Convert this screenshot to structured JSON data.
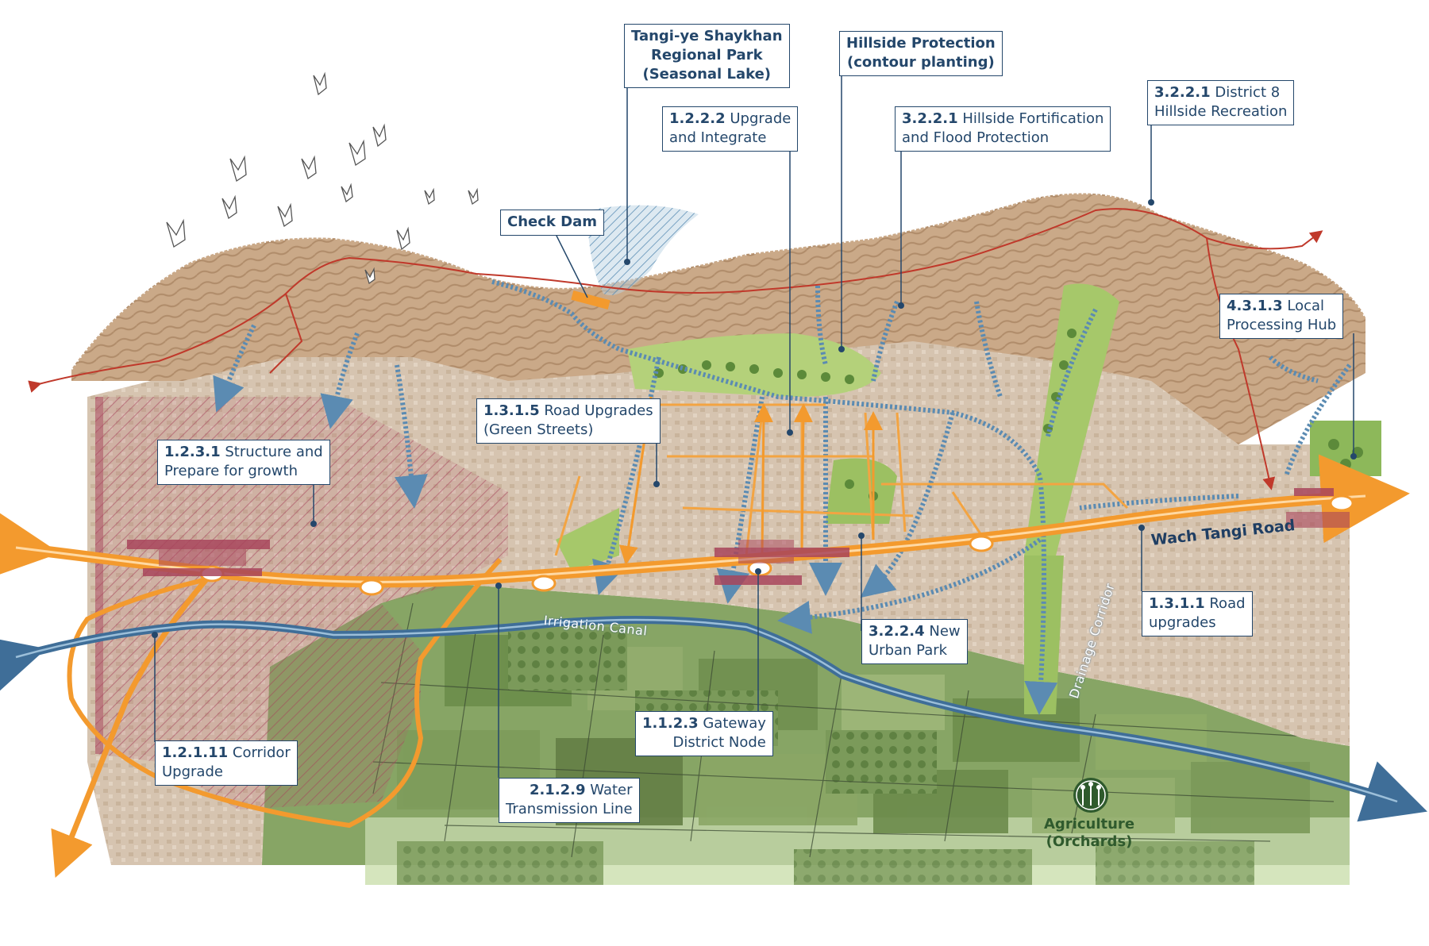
{
  "labels": [
    {
      "id": "tangi-park",
      "code": "",
      "lines": [
        "Tangi-ye Shaykhan",
        "Regional Park",
        "(Seasonal Lake)"
      ],
      "bold": true
    },
    {
      "id": "hillside-protection",
      "code": "",
      "lines": [
        "Hillside Protection",
        "(contour planting)"
      ],
      "bold": true
    },
    {
      "id": "upgrade-integrate",
      "code": "1.2.2.2",
      "lines": [
        "Upgrade",
        "and Integrate"
      ]
    },
    {
      "id": "hillside-fortification",
      "code": "3.2.2.1",
      "lines": [
        "Hillside Fortification",
        "and Flood Protection"
      ]
    },
    {
      "id": "district8",
      "code": "3.2.2.1",
      "lines": [
        "District 8",
        "Hillside Recreation"
      ]
    },
    {
      "id": "check-dam",
      "code": "",
      "lines": [
        "Check Dam"
      ],
      "bold": true
    },
    {
      "id": "local-processing",
      "code": "4.3.1.3",
      "lines": [
        "Local",
        "Processing Hub"
      ]
    },
    {
      "id": "road-upgrades-green",
      "code": "1.3.1.5",
      "lines": [
        "Road Upgrades",
        "(Green Streets)"
      ]
    },
    {
      "id": "structure-prepare",
      "code": "1.2.3.1",
      "lines": [
        "Structure and",
        "Prepare for growth"
      ]
    },
    {
      "id": "road-upgrades",
      "code": "1.3.1.1",
      "lines": [
        "Road",
        "upgrades"
      ]
    },
    {
      "id": "urban-park",
      "code": "3.2.2.4",
      "lines": [
        "New",
        "Urban Park"
      ]
    },
    {
      "id": "gateway-node",
      "code": "1.1.2.3",
      "lines": [
        "Gateway",
        "District Node"
      ]
    },
    {
      "id": "corridor-upgrade",
      "code": "1.2.1.11",
      "lines": [
        "Corridor",
        "Upgrade"
      ]
    },
    {
      "id": "water-transmission",
      "code": "2.1.2.9",
      "lines": [
        "Water",
        "Transmission Line"
      ]
    }
  ],
  "map_text": {
    "road": "Wach Tangi Road",
    "canal": "Irrigation Canal",
    "drainage": "Drainage Corridor",
    "agriculture": [
      "Agriculture",
      "(Orchards)"
    ]
  },
  "colors": {
    "label_border": "#24476b",
    "road_orange": "#f39a2e",
    "canal_blue": "#3f6e98",
    "ridge_red": "#c0392b",
    "growth_zone": "#a8455b",
    "agriculture_green": "#6f8f4f",
    "urban_tan": "#d8c5ad",
    "mountain": "#c9ab8c",
    "park_green": "#a6c86a"
  },
  "icons": [
    "bird-icon",
    "wheat-icon",
    "arrow-icon"
  ]
}
